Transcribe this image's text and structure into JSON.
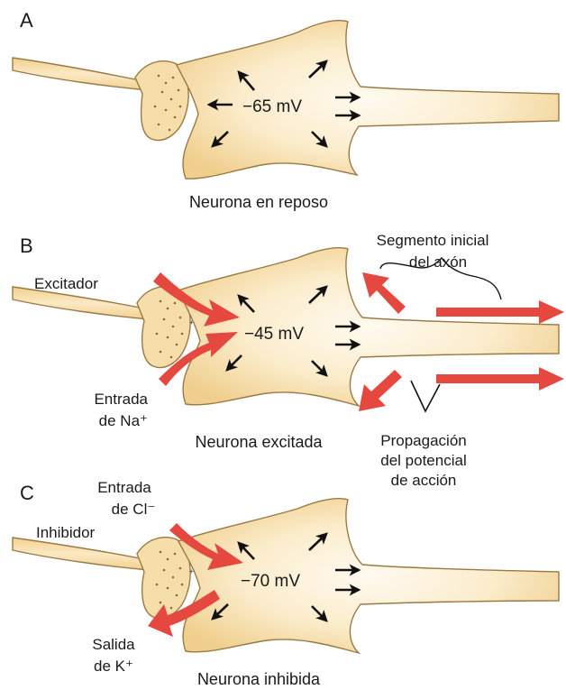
{
  "panels": {
    "a": {
      "letter": "A",
      "voltage": "−65 mV",
      "caption": "Neurona en reposo"
    },
    "b": {
      "letter": "B",
      "voltage": "−45 mV",
      "caption": "Neurona excitada",
      "synapse_label": "Excitador",
      "influx_line1": "Entrada",
      "influx_line2": "de Na⁺",
      "segment_line1": "Segmento inicial",
      "segment_line2": "del axón",
      "propagation_line1": "Propagación",
      "propagation_line2": "del potencial",
      "propagation_line3": "de acción"
    },
    "c": {
      "letter": "C",
      "voltage": "−70 mV",
      "caption": "Neurona inhibida",
      "synapse_label": "Inhibidor",
      "influx_line1": "Entrada",
      "influx_line2": "de Cl⁻",
      "efflux_line1": "Salida",
      "efflux_line2": "de K⁺"
    }
  },
  "colors": {
    "neuron_fill": "#f6deaa",
    "neuron_stroke": "#9a7a44",
    "ion_arrow": "#e4483f",
    "small_arrow": "#111111",
    "text": "#1a1a1a"
  }
}
